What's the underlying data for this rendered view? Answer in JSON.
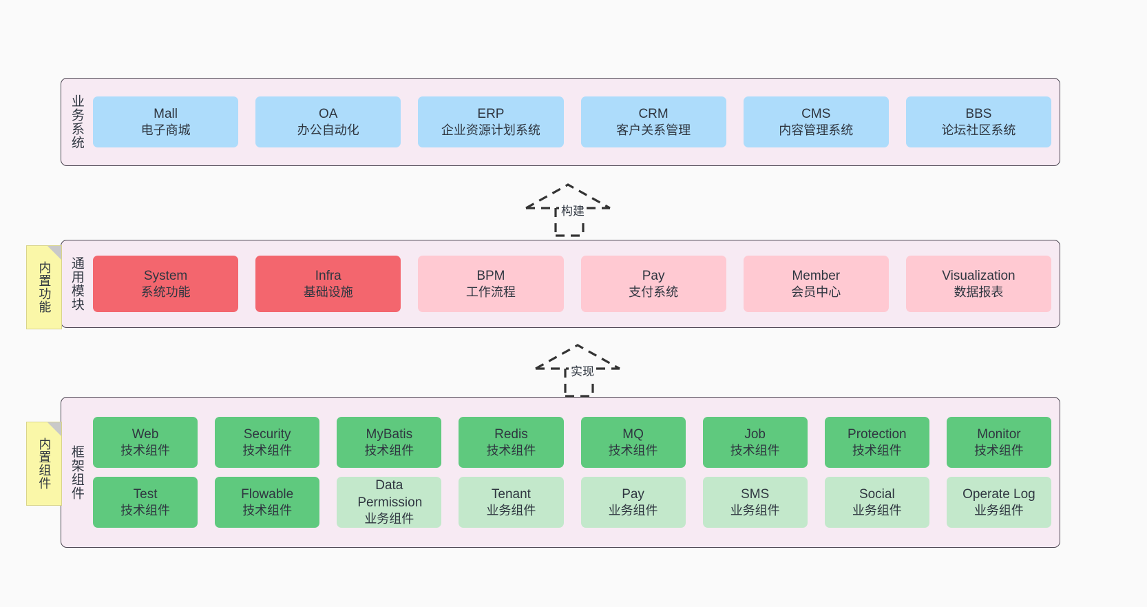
{
  "diagram": {
    "background": "#FAFAFA",
    "colors": {
      "container": "#F7EAF3",
      "container_border": "#4A4450",
      "business_card": "#ADDCFB",
      "module_core": "#F3666E",
      "module_plain": "#FFC9D2",
      "framework_tech": "#5FC97E",
      "framework_biz": "#C3E8CB",
      "note": "#FAF7A8",
      "connector": "#333333"
    }
  },
  "layers": {
    "business": {
      "title": "业务系统",
      "cards": [
        {
          "name": "Mall",
          "desc": "电子商城"
        },
        {
          "name": "OA",
          "desc": "办公自动化"
        },
        {
          "name": "ERP",
          "desc": "企业资源计划系统"
        },
        {
          "name": "CRM",
          "desc": "客户关系管理"
        },
        {
          "name": "CMS",
          "desc": "内容管理系统"
        },
        {
          "name": "BBS",
          "desc": "论坛社区系统"
        }
      ]
    },
    "modules": {
      "title": "通用模块",
      "note": "内置功能",
      "cards": [
        {
          "name": "System",
          "desc": "系统功能",
          "style": "core"
        },
        {
          "name": "Infra",
          "desc": "基础设施",
          "style": "core"
        },
        {
          "name": "BPM",
          "desc": "工作流程",
          "style": "plain"
        },
        {
          "name": "Pay",
          "desc": "支付系统",
          "style": "plain"
        },
        {
          "name": "Member",
          "desc": "会员中心",
          "style": "plain"
        },
        {
          "name": "Visualization",
          "desc": "数据报表",
          "style": "plain"
        }
      ]
    },
    "framework": {
      "title": "框架组件",
      "note": "内置组件",
      "row_tech": [
        {
          "name": "Web",
          "desc": "技术组件"
        },
        {
          "name": "Security",
          "desc": "技术组件"
        },
        {
          "name": "MyBatis",
          "desc": "技术组件"
        },
        {
          "name": "Redis",
          "desc": "技术组件"
        },
        {
          "name": "MQ",
          "desc": "技术组件"
        },
        {
          "name": "Job",
          "desc": "技术组件"
        },
        {
          "name": "Protection",
          "desc": "技术组件"
        },
        {
          "name": "Monitor",
          "desc": "技术组件"
        }
      ],
      "row_mixed": [
        {
          "name": "Test",
          "desc": "技术组件",
          "style": "tech"
        },
        {
          "name": "Flowable",
          "desc": "技术组件",
          "style": "tech"
        },
        {
          "name": "Data Permission",
          "desc": "业务组件",
          "style": "biz"
        },
        {
          "name": "Tenant",
          "desc": "业务组件",
          "style": "biz"
        },
        {
          "name": "Pay",
          "desc": "业务组件",
          "style": "biz"
        },
        {
          "name": "SMS",
          "desc": "业务组件",
          "style": "biz"
        },
        {
          "name": "Social",
          "desc": "业务组件",
          "style": "biz"
        },
        {
          "name": "Operate Log",
          "desc": "业务组件",
          "style": "biz"
        }
      ]
    }
  },
  "connectors": [
    {
      "label": "构建",
      "from": "modules",
      "to": "business"
    },
    {
      "label": "实现",
      "from": "framework",
      "to": "modules"
    }
  ]
}
